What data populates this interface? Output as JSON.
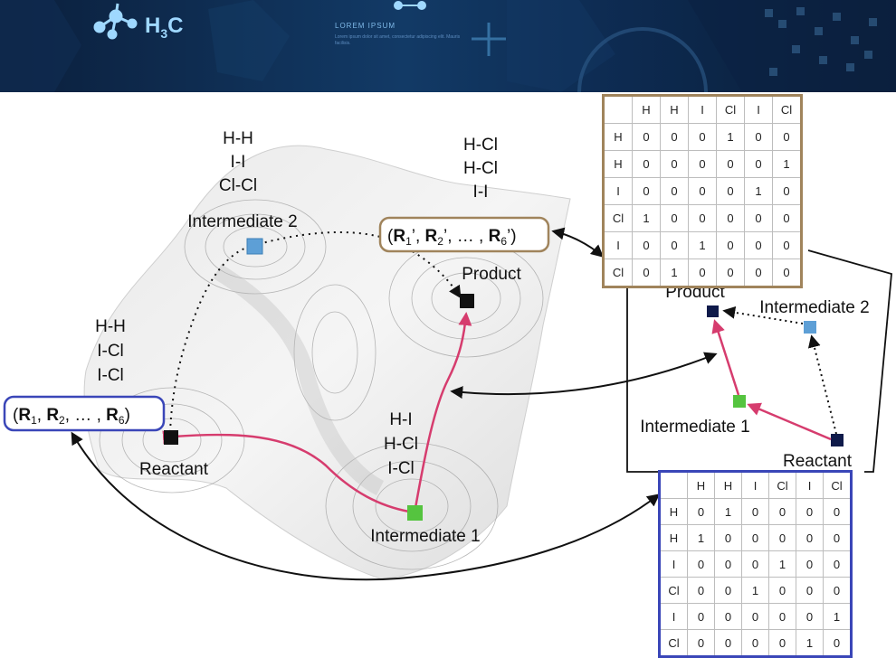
{
  "banner": {
    "logo": "H3C",
    "lorem_title": "LOREM IPSUM",
    "lorem_body": "Lorem ipsum dolor sit amet, consectetur adipiscing elit. Mauris facilisis."
  },
  "landscape": {
    "intermediate2": {
      "bonds": [
        "H-H",
        "I-I",
        "Cl-Cl"
      ],
      "label": "Intermediate 2"
    },
    "product": {
      "bonds": [
        "H-Cl",
        "H-Cl",
        "I-I"
      ],
      "label": "Product"
    },
    "reactant": {
      "bonds": [
        "H-H",
        "I-Cl",
        "I-Cl"
      ],
      "label": "Reactant"
    },
    "intermediate1": {
      "bonds": [
        "H-I",
        "H-Cl",
        "I-Cl"
      ],
      "label": "Intermediate 1"
    },
    "reactant_vector": {
      "open": "(",
      "r1": "R",
      "s1": "1",
      "sep1": ", ",
      "r2": "R",
      "s2": "2",
      "dots": ", … , ",
      "r6": "R",
      "s6": "6",
      "close": ")"
    },
    "product_vector": {
      "open": "(",
      "r1": "R",
      "s1": "1",
      "p1": "’",
      "sep1": ", ",
      "r2": "R",
      "s2": "2",
      "p2": "’",
      "dots": ", … , ",
      "r6": "R",
      "s6": "6",
      "p6": "’",
      "close": ")"
    }
  },
  "mini_graph": {
    "product": "Product",
    "intermediate2": "Intermediate 2",
    "intermediate1": "Intermediate 1",
    "reactant": "Reactant"
  },
  "product_matrix": {
    "headers": [
      "",
      "H",
      "H",
      "I",
      "Cl",
      "I",
      "Cl"
    ],
    "rows": [
      [
        "H",
        "0",
        "0",
        "0",
        "1",
        "0",
        "0"
      ],
      [
        "H",
        "0",
        "0",
        "0",
        "0",
        "0",
        "1"
      ],
      [
        "I",
        "0",
        "0",
        "0",
        "0",
        "1",
        "0"
      ],
      [
        "Cl",
        "1",
        "0",
        "0",
        "0",
        "0",
        "0"
      ],
      [
        "I",
        "0",
        "0",
        "1",
        "0",
        "0",
        "0"
      ],
      [
        "Cl",
        "0",
        "1",
        "0",
        "0",
        "0",
        "0"
      ]
    ]
  },
  "reactant_matrix": {
    "headers": [
      "",
      "H",
      "H",
      "I",
      "Cl",
      "I",
      "Cl"
    ],
    "rows": [
      [
        "H",
        "0",
        "1",
        "0",
        "0",
        "0",
        "0"
      ],
      [
        "H",
        "1",
        "0",
        "0",
        "0",
        "0",
        "0"
      ],
      [
        "I",
        "0",
        "0",
        "0",
        "1",
        "0",
        "0"
      ],
      [
        "Cl",
        "0",
        "0",
        "1",
        "0",
        "0",
        "0"
      ],
      [
        "I",
        "0",
        "0",
        "0",
        "0",
        "0",
        "1"
      ],
      [
        "Cl",
        "0",
        "0",
        "0",
        "0",
        "1",
        "0"
      ]
    ]
  },
  "colors": {
    "pathway": "#d63c6e",
    "reactant_frame": "#3a46b8",
    "product_frame": "#a0845c",
    "intermediate1_node": "#55c43f",
    "intermediate2_node": "#5d9fd6",
    "endpoint_node": "#111111"
  }
}
